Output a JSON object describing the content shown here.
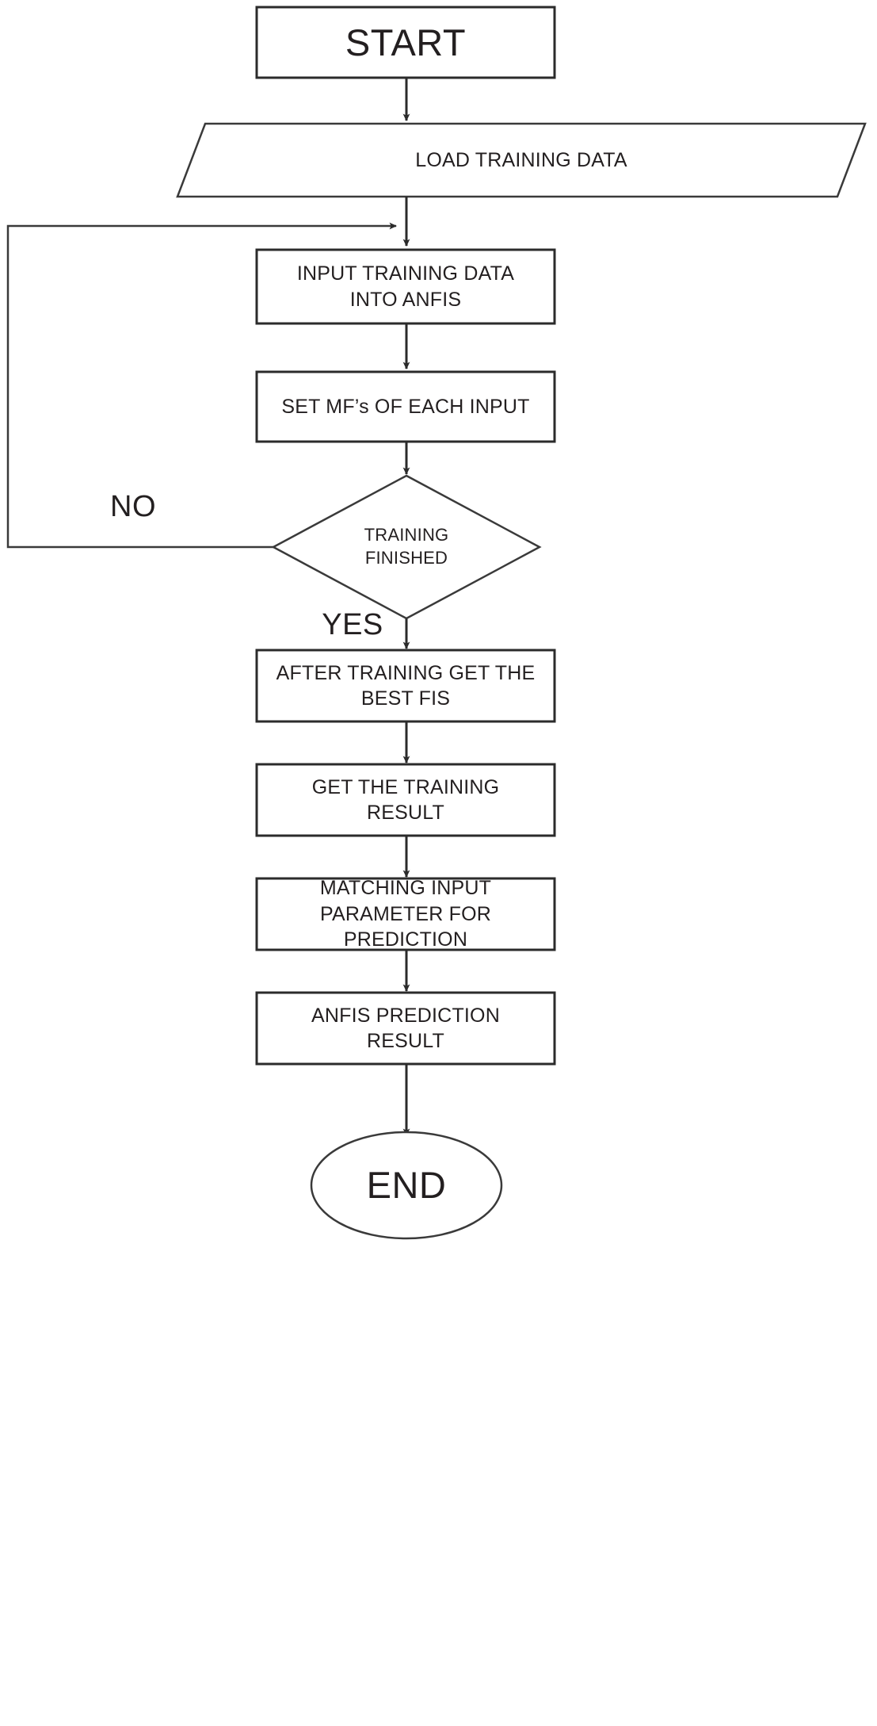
{
  "diagram": {
    "type": "flowchart",
    "title": "ANFIS training and prediction flowchart",
    "orientation": "top-to-bottom",
    "stroke_color": "#2b2b2b",
    "fill_color": "#ffffff",
    "text_color": "#231f20"
  },
  "nodes": {
    "start": {
      "label": "START",
      "shape": "rectangle"
    },
    "load_training_data": {
      "label": "LOAD TRAINING DATA",
      "shape": "parallelogram"
    },
    "input_training_data": {
      "label": "INPUT TRAINING DATA\nINTO ANFIS",
      "shape": "rectangle"
    },
    "set_mf": {
      "label": "SET MF’s OF EACH INPUT",
      "shape": "rectangle"
    },
    "training_finished": {
      "label": "TRAINING\nFINISHED",
      "shape": "diamond"
    },
    "after_training": {
      "label": "AFTER TRAINING GET THE\nBEST FIS",
      "shape": "rectangle"
    },
    "get_training_result": {
      "label": "GET THE TRAINING\nRESULT",
      "shape": "rectangle"
    },
    "matching_input": {
      "label": "MATCHING INPUT\nPARAMETER FOR PREDICTION",
      "shape": "rectangle"
    },
    "anfis_prediction": {
      "label": "ANFIS PREDICTION\nRESULT",
      "shape": "rectangle"
    },
    "end": {
      "label": "END",
      "shape": "ellipse"
    }
  },
  "branch_labels": {
    "no": "NO",
    "yes": "YES"
  },
  "edges": [
    {
      "from": "start",
      "to": "load_training_data",
      "label": ""
    },
    {
      "from": "load_training_data",
      "to": "input_training_data",
      "label": ""
    },
    {
      "from": "input_training_data",
      "to": "set_mf",
      "label": ""
    },
    {
      "from": "set_mf",
      "to": "training_finished",
      "label": ""
    },
    {
      "from": "training_finished",
      "to": "input_training_data",
      "label": "NO"
    },
    {
      "from": "training_finished",
      "to": "after_training",
      "label": "YES"
    },
    {
      "from": "after_training",
      "to": "get_training_result",
      "label": ""
    },
    {
      "from": "get_training_result",
      "to": "matching_input",
      "label": ""
    },
    {
      "from": "matching_input",
      "to": "anfis_prediction",
      "label": ""
    },
    {
      "from": "anfis_prediction",
      "to": "end",
      "label": ""
    }
  ]
}
